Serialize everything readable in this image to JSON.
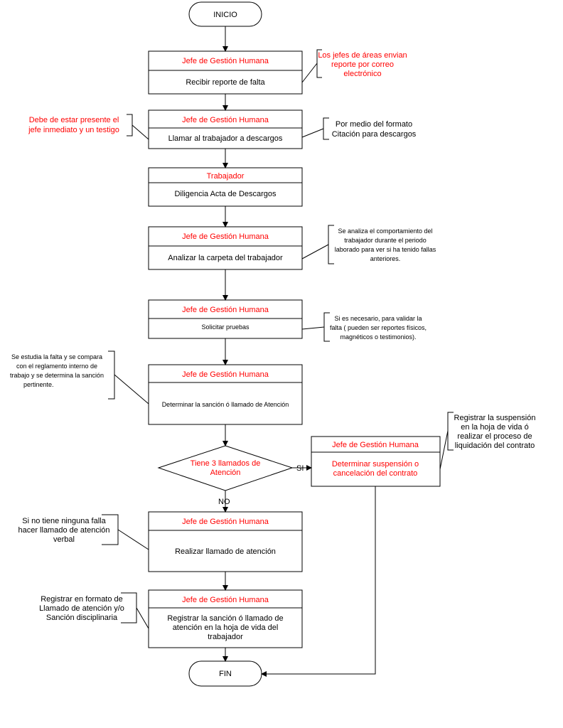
{
  "flowchart": {
    "start": "INICIO",
    "end": "FIN",
    "steps": [
      {
        "role": "Jefe de Gestión Humana",
        "action": "Recibir reporte de falta"
      },
      {
        "role": "Jefe de Gestión Humana",
        "action": "Llamar al trabajador a descargos"
      },
      {
        "role": "Trabajador",
        "action": "Diligencia Acta de Descargos"
      },
      {
        "role": "Jefe de Gestión Humana",
        "action": "Analizar la carpeta del trabajador"
      },
      {
        "role": "Jefe de Gestión Humana",
        "action": "Solicitar pruebas"
      },
      {
        "role": "Jefe de Gestión Humana",
        "action": "Determinar la sanción ó llamado de Atención"
      },
      {
        "role": "Jefe de Gestión Humana",
        "action": "Realizar llamado de atención"
      },
      {
        "role": "Jefe de Gestión Humana",
        "action_lines": [
          "Registrar la sanción ó llamado de",
          "atención en la hoja de vida del",
          "trabajador"
        ]
      }
    ],
    "decision": {
      "lines": [
        "Tiene 3 llamados de",
        "Atención"
      ],
      "yes_label": "SI",
      "no_label": "NO"
    },
    "yes_step": {
      "role": "Jefe de Gestión Humana",
      "action_lines": [
        "Determinar suspensión o",
        "cancelación del contrato"
      ]
    }
  },
  "annotations": {
    "email_report": [
      "Los jefes de áreas envian",
      "reporte por correo",
      "electrónico"
    ],
    "presence": [
      "Debe de estar presente el",
      "jefe inmediato y un testigo"
    ],
    "form": [
      "Por medio del formato",
      "Citación para descargos"
    ],
    "analysis": [
      "Se analiza el comportamiento del",
      "trabajador durante el periodo",
      "laborado para ver si ha tenido fallas",
      "anteriores."
    ],
    "evidence": [
      "Si es necesario,  para validar la",
      "falta ( pueden ser reportes físicos,",
      "magnéticos o testimonios)."
    ],
    "study": [
      "Se estudia la falta y se compara",
      "con el reglamento interno de",
      "trabajo y se determina la sanción",
      "pertinente."
    ],
    "suspension_note": [
      "Registrar la suspensión",
      "en la hoja de vida ó",
      "realizar el proceso de",
      "liquidación del contrato"
    ],
    "verbal_warning": [
      "Si no tiene ninguna falla",
      "hacer llamado de atención",
      "verbal"
    ],
    "register_format": [
      "Registrar en formato de",
      "Llamado de atención y/o",
      "Sanción disciplinaria"
    ]
  }
}
